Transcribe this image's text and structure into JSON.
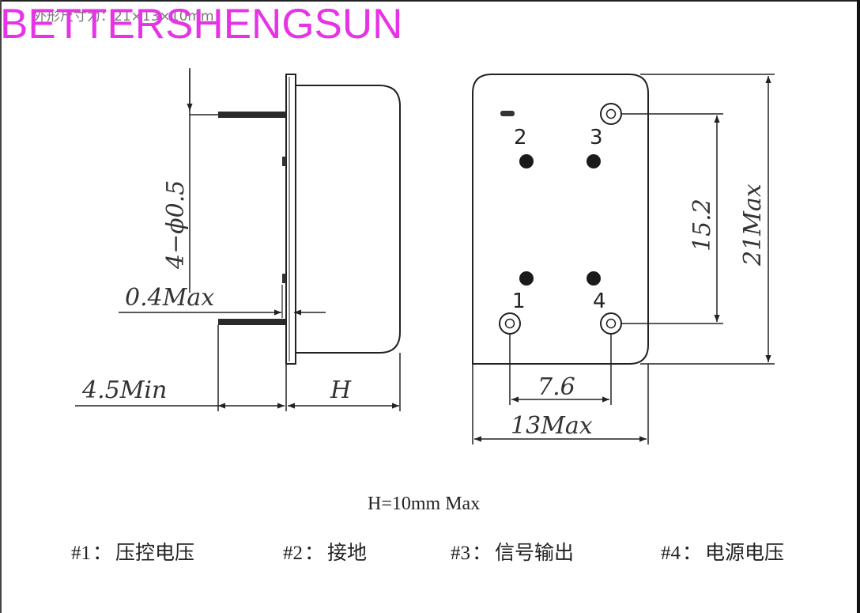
{
  "header": {
    "dimensions_text": "外形尺寸为：21×13×10mm",
    "watermark": "BETTERSHENGSUN"
  },
  "side_view": {
    "lead_diameter": "4−ϕ0.5",
    "flange_thickness": "0.4Max",
    "lead_length": "4.5Min",
    "height_symbol": "H"
  },
  "bottom_view": {
    "pins": [
      "1",
      "2",
      "3",
      "4"
    ],
    "pin_pitch_x": "7.6",
    "pin_pitch_y": "15.2",
    "width_max": "13Max",
    "length_max": "21Max"
  },
  "notes": {
    "height": "H=10mm Max",
    "pin_functions": [
      {
        "pin": "#1",
        "function": "压控电压"
      },
      {
        "pin": "#2",
        "function": "接地"
      },
      {
        "pin": "#3",
        "function": "信号输出"
      },
      {
        "pin": "#4",
        "function": "电源电压"
      }
    ]
  }
}
